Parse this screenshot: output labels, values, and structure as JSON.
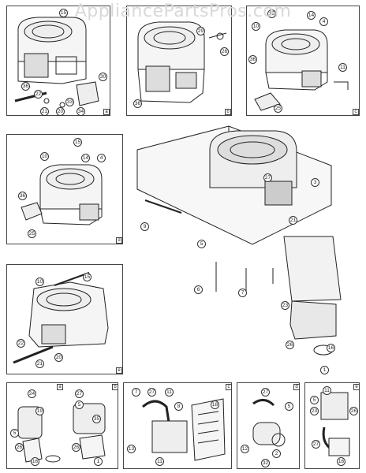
{
  "watermark": "AppliancePartsPros.com",
  "panel_tags": {
    "a": "a",
    "b": "b",
    "c": "c",
    "d": "d",
    "e": "e",
    "strip_a": "a",
    "strip_b": "b",
    "strip_c": "c",
    "strip_d": "d",
    "strip_e": "e"
  },
  "callouts": {
    "pa": [
      "15",
      "36",
      "30",
      "33",
      "34",
      "21",
      "22",
      "20"
    ],
    "pb": [
      "29",
      "26",
      "36"
    ],
    "pc": [
      "15",
      "10",
      "14",
      "4",
      "36",
      "11",
      "25"
    ],
    "pd": [
      "15",
      "10",
      "14",
      "4",
      "36",
      "25"
    ],
    "pe": [
      "10",
      "15",
      "22",
      "20",
      "21"
    ],
    "main": [
      "27",
      "3",
      "21",
      "9",
      "5",
      "6",
      "7",
      "23",
      "26",
      "16",
      "1"
    ],
    "sa": [
      "24",
      "19",
      "5",
      "26",
      "16"
    ],
    "sb": [
      "27",
      "5",
      "35",
      "26",
      "1"
    ],
    "sc": [
      "7",
      "27",
      "11",
      "8",
      "18",
      "13",
      "11"
    ],
    "sd": [
      "27",
      "5",
      "12",
      "2",
      "32"
    ],
    "se": [
      "11",
      "5",
      "23",
      "26",
      "27",
      "16"
    ]
  }
}
